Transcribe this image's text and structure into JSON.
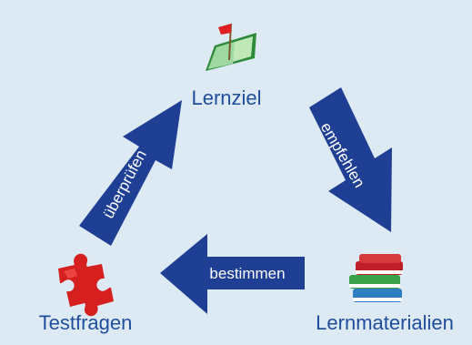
{
  "diagram": {
    "nodes": {
      "top": {
        "label": "Lernziel",
        "icon": "flag-map-icon"
      },
      "right": {
        "label": "Lernmaterialien",
        "icon": "books-icon"
      },
      "left": {
        "label": "Testfragen",
        "icon": "puzzle-piece-icon"
      }
    },
    "arrows": {
      "top_to_right": {
        "label": "empfehlen"
      },
      "right_to_left": {
        "label": "bestimmen"
      },
      "left_to_top": {
        "label": "überprüfen"
      }
    },
    "colors": {
      "background": "#dde9f3",
      "arrow": "#1f3f95",
      "node_text": "#1f4e9c",
      "arrow_text": "#ffffff"
    }
  }
}
